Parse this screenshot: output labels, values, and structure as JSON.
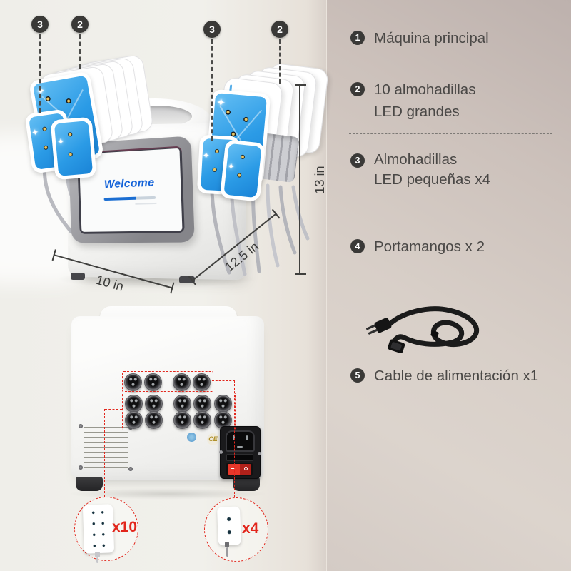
{
  "colors": {
    "photo_background": "#f0efea",
    "panel_background": "#d5ccc6",
    "accent_red": "#e2261c",
    "pad_blue": "#2b9be6",
    "screen_text_blue": "#1060d8",
    "badge_dark": "#3a3937",
    "text_dark": "#4a4846"
  },
  "front_view": {
    "screen_text": "Welcome",
    "callouts": [
      {
        "label": "3"
      },
      {
        "label": "2"
      },
      {
        "label": "3"
      },
      {
        "label": "2"
      }
    ],
    "dimensions": {
      "width": "10 in",
      "depth": "12.5 in",
      "height": "13 in"
    }
  },
  "back_view": {
    "large_pad_count": "x10",
    "small_pad_count": "x4",
    "ce_mark": "CE"
  },
  "legend": {
    "items": [
      {
        "num": "1",
        "line1": "Máquina principal",
        "line2": ""
      },
      {
        "num": "2",
        "line1": "10 almohadillas",
        "line2": "LED grandes"
      },
      {
        "num": "3",
        "line1": "Almohadillas",
        "line2": "LED pequeñas x4"
      },
      {
        "num": "4",
        "line1": "Portamangos x 2",
        "line2": ""
      },
      {
        "num": "5",
        "line1": "Cable de alimentación x1",
        "line2": ""
      }
    ]
  },
  "icons": {
    "sparkle": "✦"
  }
}
